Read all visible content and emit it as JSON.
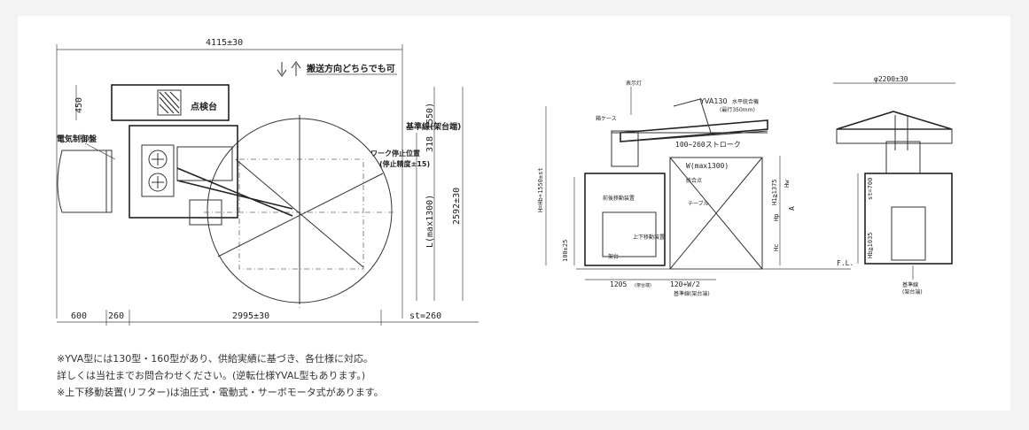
{
  "left_view": {
    "dim_total_width": "4115±30",
    "direction_label": "搬送方向どちらでも可",
    "dim_450": "450",
    "inspection_label": "点検台",
    "datum_label": "基準線(架台端)",
    "dim_550": "(550)",
    "dim_318": "318",
    "control_panel_label": "電気制御盤",
    "stop_label_1": "ワーク停止位置",
    "stop_label_2": "(停止精度±15)",
    "dim_L": "L(max1300)",
    "dim_height": "2592±30",
    "dim_600": "600",
    "dim_260": "260",
    "dim_2995": "2995±30",
    "dim_st": "st=260"
  },
  "middle_view": {
    "indicator_label": "表示灯",
    "model_label": "YVA130",
    "wiper_label": "水平統合機",
    "wiper_sub": "(最行350mm)",
    "pump_case_label": "箱ケース",
    "stroke_label": "100~260ストローク",
    "w_label": "W(max1300)",
    "base_label": "統合点",
    "front_device_label": "前後移動装置",
    "table_label": "テーブル",
    "hh_label": "H=Hb+1550±st",
    "lift_label": "上下移動装置",
    "dim_100": "100±25",
    "frame_label": "架台",
    "h1_label": "H1≧1375",
    "hw_label": "Hw",
    "hp_label": "Hp",
    "hc_label": "Hc",
    "a_label": "A",
    "fl_label": "F.L.",
    "dim_1205": "1205",
    "dim_1205_sub": "(架台端)",
    "dim_120": "120+W/2",
    "datum_label": "基準線(架台端)"
  },
  "right_view": {
    "dim_diameter": "φ2200±30",
    "st700_label": "st=700",
    "hb_label": "Hb≧1035",
    "datum_label": "基準線",
    "datum_sub": "(架台端)"
  },
  "notes": [
    "※YVA型には130型・160型があり、供給実績に基づき、各仕様に対応。",
    "詳しくは当社までお問合わせください。(逆転仕様YVAL型もあります。)",
    "※上下移動装置(リフター)は油圧式・電動式・サーボモータ式があります。"
  ]
}
